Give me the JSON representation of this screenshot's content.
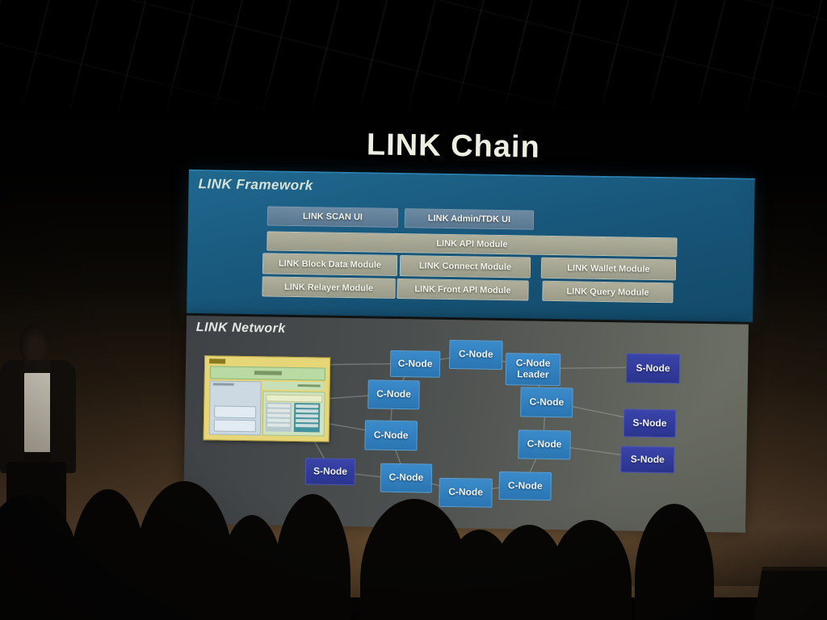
{
  "slide": {
    "title": "LINK Chain",
    "framework": {
      "label": "LINK Framework",
      "modules": [
        "LINK SCAN UI",
        "LINK Admin/TDK UI",
        "LINK API Module",
        "LINK Block Data Module",
        "LINK Connect Module",
        "LINK Wallet Module",
        "LINK Relayer Module",
        "LINK Front API Module",
        "LINK Query Module"
      ]
    },
    "network": {
      "label": "LINK Network",
      "c_nodes": [
        "C-Node",
        "C-Node",
        "C-Node",
        "C-Node",
        "C-Node",
        "C-Node",
        "C-Node",
        "C-Node",
        "C-Node"
      ],
      "leader": {
        "line1": "C-Node",
        "line2": "Leader"
      },
      "s_nodes": [
        "S-Node",
        "S-Node",
        "S-Node",
        "S-Node"
      ]
    },
    "colors": {
      "framework_panel_blue": "#175478",
      "network_panel_gray": "#4b4f4e",
      "ui_box_slate": "#61809b",
      "module_box_khaki": "#a3a492",
      "c_node_blue": "#2f7fc0",
      "s_node_indigo": "#333d9e",
      "mini_diagram_yellow": "#e7d678",
      "title_text": "#ecefe1"
    }
  }
}
